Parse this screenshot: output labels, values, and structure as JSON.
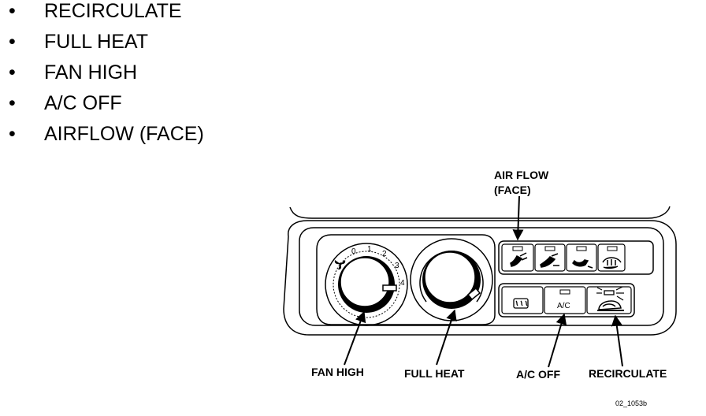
{
  "steps": [
    {
      "bullet": "•",
      "text": "RECIRCULATE"
    },
    {
      "bullet": "•",
      "text": "FULL HEAT"
    },
    {
      "bullet": "•",
      "text": "FAN HIGH"
    },
    {
      "bullet": "•",
      "text": "A/C OFF"
    },
    {
      "bullet": "•",
      "text": "AIRFLOW (FACE)"
    }
  ],
  "callouts": {
    "air_flow_line1": "AIR FLOW",
    "air_flow_line2": "(FACE)",
    "fan_high": "FAN HIGH",
    "full_heat": "FULL HEAT",
    "ac_off": "A/C OFF",
    "recirculate": "RECIRCULATE"
  },
  "fan_dial": {
    "ticks": [
      "0",
      "1",
      "2",
      "3",
      "4"
    ],
    "setting": "4"
  },
  "ac_button_label": "A/C",
  "mode_buttons": [
    "face-vent-icon",
    "bilevel-vent-icon",
    "floor-vent-icon",
    "floor-defrost-icon"
  ],
  "bottom_buttons": [
    "rear-defrost-icon",
    "ac-button",
    "recirculate-icon"
  ],
  "figure_id": "02_1053b"
}
